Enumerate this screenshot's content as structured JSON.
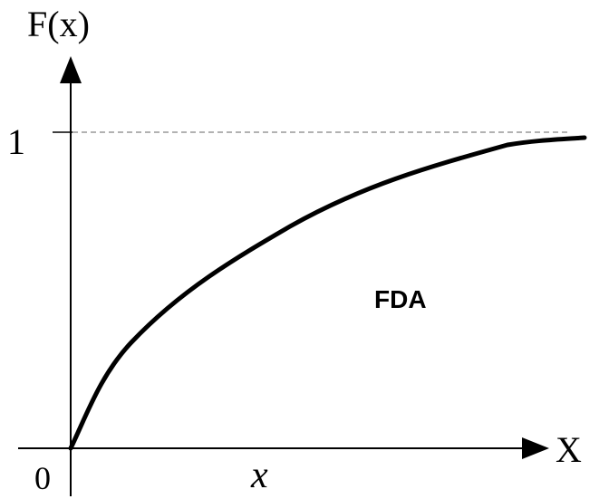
{
  "labels": {
    "y_axis": "F(x)",
    "x_axis": "X",
    "origin": "0",
    "one": "1",
    "x_var": "x",
    "curve": "FDA"
  },
  "colors": {
    "axis": "#000000",
    "curve": "#000000",
    "asymptote": "#999999"
  }
}
